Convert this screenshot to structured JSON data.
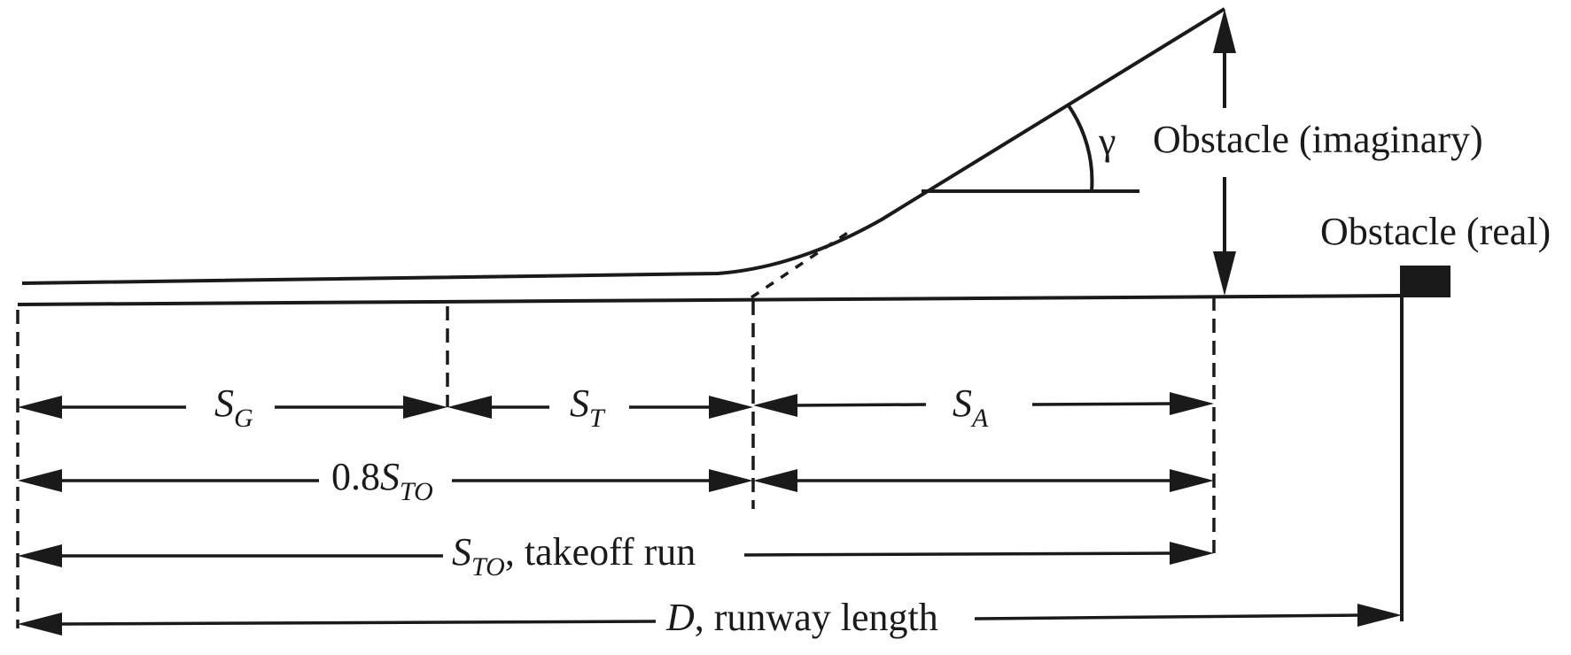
{
  "labels": {
    "s_g": {
      "main": "S",
      "sub": "G"
    },
    "s_t": {
      "main": "S",
      "sub": "T"
    },
    "s_a": {
      "main": "S",
      "sub": "A"
    },
    "point8_sto": {
      "prefix": "0.8",
      "main": "S",
      "sub": "TO"
    },
    "sto_takeoff": {
      "main": "S",
      "sub": "TO",
      "suffix": ", takeoff run"
    },
    "runway": {
      "main": "D",
      "suffix": ", runway length"
    },
    "gamma": "γ",
    "obstacle_imaginary": "Obstacle (imaginary)",
    "obstacle_real": "Obstacle (real)"
  },
  "colors": {
    "ink": "#1a1a1a",
    "background": "#ffffff"
  }
}
